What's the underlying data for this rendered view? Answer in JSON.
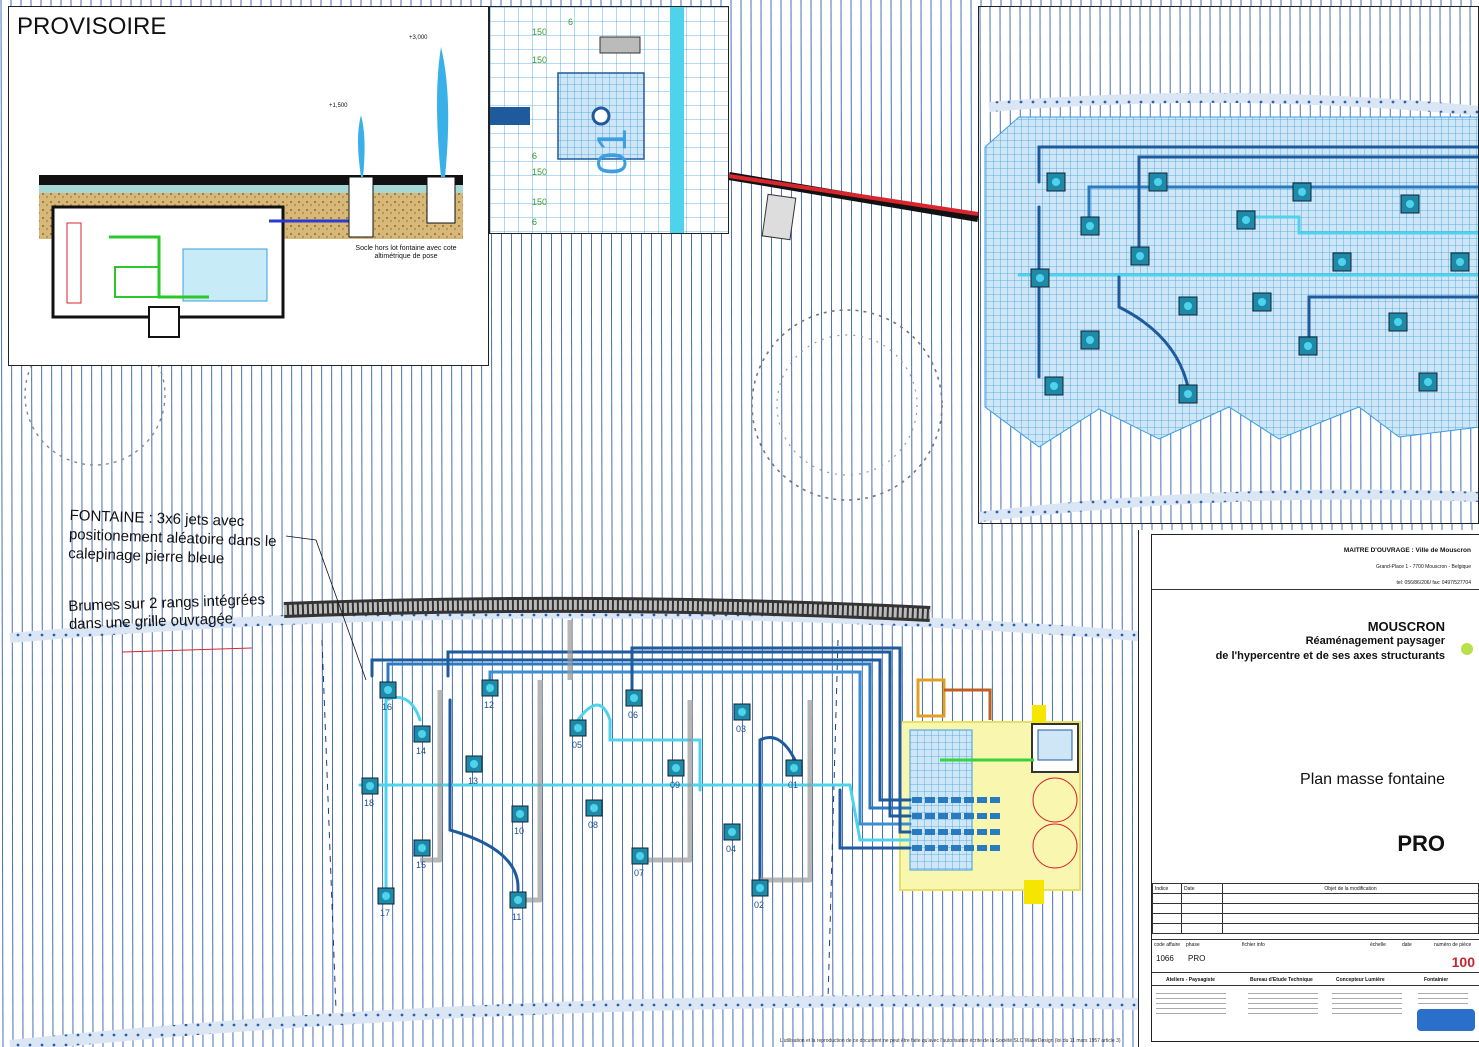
{
  "inset": {
    "title": "PROVISOIRE",
    "socle_caption": "Socle hors lot fontaine avec cote altimétrique de pose",
    "elevations": [
      "+1,500",
      "+3,000"
    ]
  },
  "detail": {
    "dims": [
      "6",
      "150",
      "150",
      "6",
      "150",
      "150",
      "6"
    ],
    "label": "01"
  },
  "annotations": {
    "fountain": "FONTAINE : 3x6 jets avec positionement aléatoire dans le calepinage pierre bleue",
    "brumes": "Brumes sur 2 rangs intégrées dans une grille ouvragée"
  },
  "jets": [
    "16",
    "14",
    "12",
    "13",
    "18",
    "15",
    "17",
    "10",
    "11",
    "09",
    "06",
    "05",
    "08",
    "07",
    "03",
    "04",
    "01",
    "02"
  ],
  "titleblock": {
    "owner": "MAITRE D'OUVRAGE : Ville de Mouscron",
    "address": "Grand-Place 1 - 7700 Mouscron - Belgique",
    "phone": "tel: 056/86/206/ fax: 0497/527704",
    "city": "MOUSCRON",
    "subtitle1": "Réaménagement paysager",
    "subtitle2": "de l'hypercentre et de ses axes structurants",
    "drawing_title": "Plan masse fontaine",
    "phase": "PRO",
    "columns": [
      "Indice",
      "Date",
      "Objet de la modification"
    ],
    "code_label": "code affaire",
    "phase_label": "phase",
    "file_label": "fichier info",
    "scale_label": "échelle",
    "date_label": "date",
    "sheet_label": "numéro de pièce",
    "code_value": "1066",
    "phase_value": "PRO",
    "sheet_number": "100",
    "firms": [
      "Ateliers - Paysagiste",
      "Bureau d'Etude Technique",
      "Concepteur Lumière",
      "Fontainier"
    ]
  },
  "footer": "L'utilisation et la reproduction de ce document ne peut être faite qu'avec l'autorisation écrite de la Société SLC WaterDesign (loi du 11 mars 1957 article 3)",
  "colors": {
    "hatch": "#1a4aa8",
    "pipe_dark": "#1e5a9c",
    "pipe_mid": "#3a8fd0",
    "pipe_light": "#4fd3ec",
    "grid": "#3b9fe0",
    "accent_red": "#d8262e",
    "accent_green": "#b8e04a",
    "yellow": "#f5f05a"
  }
}
